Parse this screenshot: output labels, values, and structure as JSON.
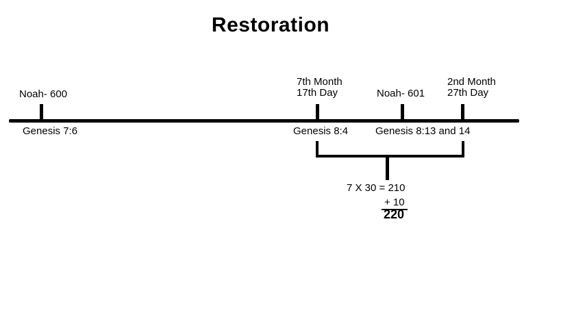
{
  "title": "Restoration",
  "timeline": {
    "events": [
      {
        "top_label": "Noah- 600",
        "bottom_label": "Genesis 7:6"
      },
      {
        "top_lines": [
          "7th Month",
          "17th Day"
        ],
        "bottom_label": "Genesis 8:4"
      },
      {
        "top_label": "Noah- 601",
        "bottom_label": "Genesis 8:13 and 14"
      },
      {
        "top_lines": [
          "2nd Month",
          "27th Day"
        ]
      }
    ]
  },
  "calculation": {
    "equation": "7 X 30 = 210",
    "addend": "+ 10",
    "total": "220"
  },
  "colors": {
    "ink": "#000000",
    "background": "#FFFFFF"
  }
}
